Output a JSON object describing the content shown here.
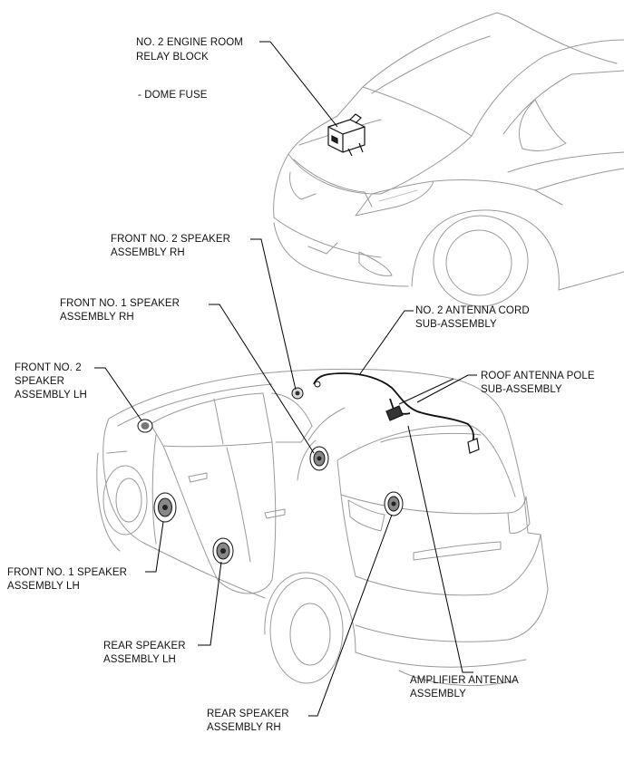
{
  "labels": {
    "relay_block": [
      "NO. 2 ENGINE ROOM",
      "RELAY BLOCK"
    ],
    "dome_fuse": "- DOME FUSE",
    "front2_rh": [
      "FRONT NO. 2 SPEAKER",
      "ASSEMBLY RH"
    ],
    "front1_rh": [
      "FRONT NO. 1 SPEAKER",
      "ASSEMBLY RH"
    ],
    "antenna_cord": [
      "NO. 2 ANTENNA CORD",
      "SUB-ASSEMBLY"
    ],
    "front2_lh": [
      "FRONT NO. 2",
      "SPEAKER",
      "ASSEMBLY LH"
    ],
    "roof_pole": [
      "ROOF ANTENNA POLE",
      "SUB-ASSEMBLY"
    ],
    "front1_lh": [
      "FRONT NO. 1 SPEAKER",
      "ASSEMBLY LH"
    ],
    "rear_lh": [
      "REAR SPEAKER",
      "ASSEMBLY LH"
    ],
    "amp_antenna": [
      "AMPLIFIER ANTENNA",
      "ASSEMBLY"
    ],
    "rear_rh": [
      "REAR SPEAKER",
      "ASSEMBLY RH"
    ]
  }
}
